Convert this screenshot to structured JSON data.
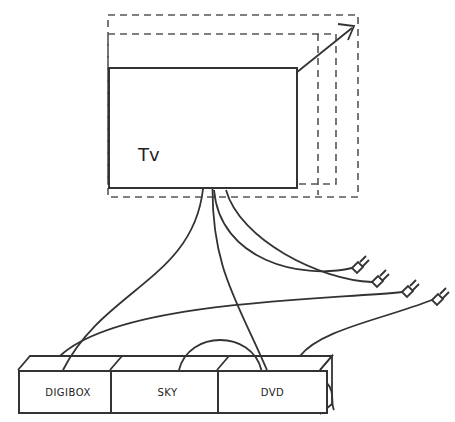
{
  "diagram": {
    "nodes": [
      {
        "text": [
          "Tv"
        ]
      },
      {
        "text": [
          "DIGIBOX"
        ]
      },
      {
        "text": [
          "SKY"
        ]
      },
      {
        "text": [
          "DVD"
        ]
      }
    ],
    "edges": [
      {
        "from": 0,
        "to": 1,
        "arrow": "none"
      },
      {
        "from": 0,
        "to": 3,
        "arrow": "none"
      },
      {
        "from": 2,
        "to": 3,
        "arrow": "none"
      }
    ]
  }
}
